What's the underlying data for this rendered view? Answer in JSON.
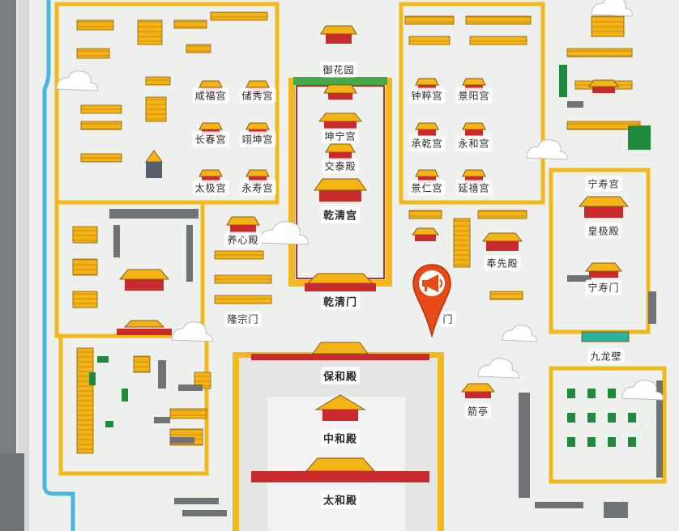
{
  "colors": {
    "background": "#eef0ee",
    "wall": "#f2b81c",
    "wall_outline": "#8a5a12",
    "red_wall": "#c82b2b",
    "roof": "#f3b515",
    "green_roof": "#1f8a3c",
    "moat": "#48b8e0",
    "grey_building": "#6f7277",
    "pin": "#e64a17"
  },
  "labels": [
    {
      "id": "yuhuayuan",
      "text": "御花园"
    },
    {
      "id": "xianfu",
      "text": "咸福宫"
    },
    {
      "id": "chuxiu",
      "text": "储秀宫"
    },
    {
      "id": "zhongcui",
      "text": "钟粹宫"
    },
    {
      "id": "jingyang",
      "text": "景阳宫"
    },
    {
      "id": "changchun",
      "text": "长春宫"
    },
    {
      "id": "yikun",
      "text": "翊坤宫"
    },
    {
      "id": "kunning",
      "text": "坤宁宫"
    },
    {
      "id": "chengqian",
      "text": "承乾宫"
    },
    {
      "id": "yonghe",
      "text": "永和宫"
    },
    {
      "id": "jiaotai",
      "text": "交泰殿"
    },
    {
      "id": "taiji",
      "text": "太极宫"
    },
    {
      "id": "yongshou",
      "text": "永寿宫"
    },
    {
      "id": "jingren",
      "text": "景仁宫"
    },
    {
      "id": "yanxi",
      "text": "延禧宫"
    },
    {
      "id": "ningshou",
      "text": "宁寿宫"
    },
    {
      "id": "qianqing",
      "text": "乾清宫"
    },
    {
      "id": "huangji",
      "text": "皇极殿"
    },
    {
      "id": "yangxin",
      "text": "养心殿"
    },
    {
      "id": "fengxian",
      "text": "奉先殿"
    },
    {
      "id": "ningshoumen",
      "text": "宁寿门"
    },
    {
      "id": "qianqingmen",
      "text": "乾清门"
    },
    {
      "id": "longzongmen",
      "text": "隆宗门"
    },
    {
      "id": "jingyunmen",
      "text": "门"
    },
    {
      "id": "jiulongbi",
      "text": "九龙壁"
    },
    {
      "id": "baohe",
      "text": "保和殿"
    },
    {
      "id": "jianting",
      "text": "箭亭"
    },
    {
      "id": "zhonghe",
      "text": "中和殿"
    },
    {
      "id": "taihe",
      "text": "太和殿"
    }
  ],
  "pin": {
    "icon": "megaphone-icon"
  }
}
